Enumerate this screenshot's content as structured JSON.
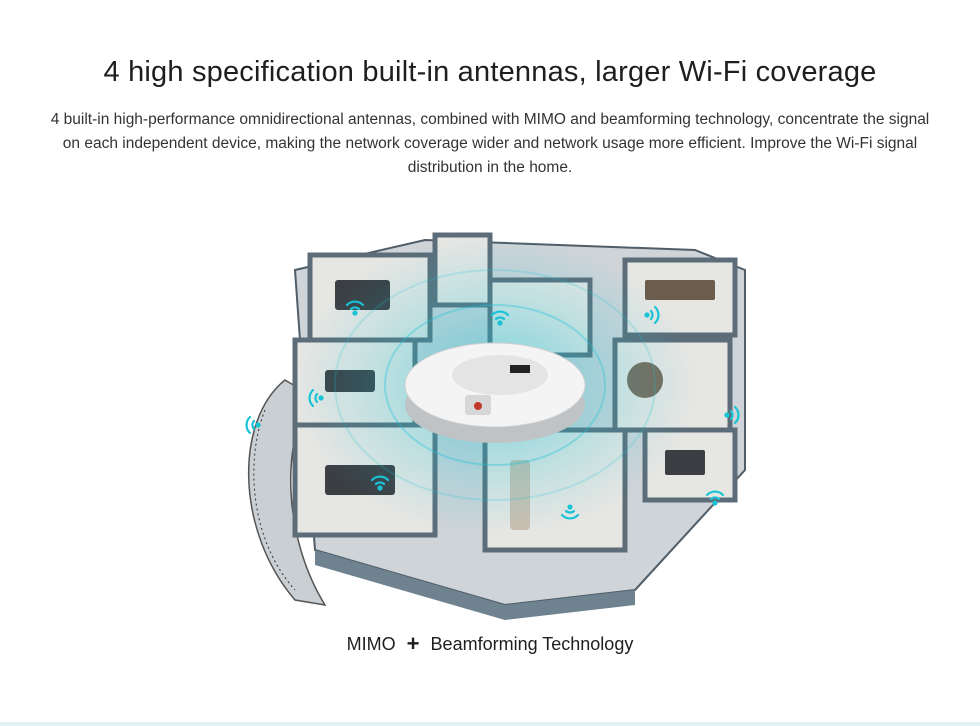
{
  "heading": {
    "title": "4 high specification built-in antennas, larger Wi-Fi coverage",
    "description": "4 built-in high-performance omnidirectional antennas, combined with MIMO and beamforming technology, concentrate the signal on each independent device, making the network coverage wider and network usage more efficient. Improve the Wi-Fi signal distribution in the home."
  },
  "illustration": {
    "subject": "isometric-home-floorplan-with-ceiling-access-point",
    "icon": "wifi-signal-icon",
    "colors": {
      "walls": "#6f8290",
      "floor": "#d9d9d9",
      "signal": "#19c3d6",
      "device": "#f2f2f2"
    }
  },
  "caption": {
    "left": "MIMO",
    "plus": "+",
    "right": "Beamforming Technology"
  }
}
